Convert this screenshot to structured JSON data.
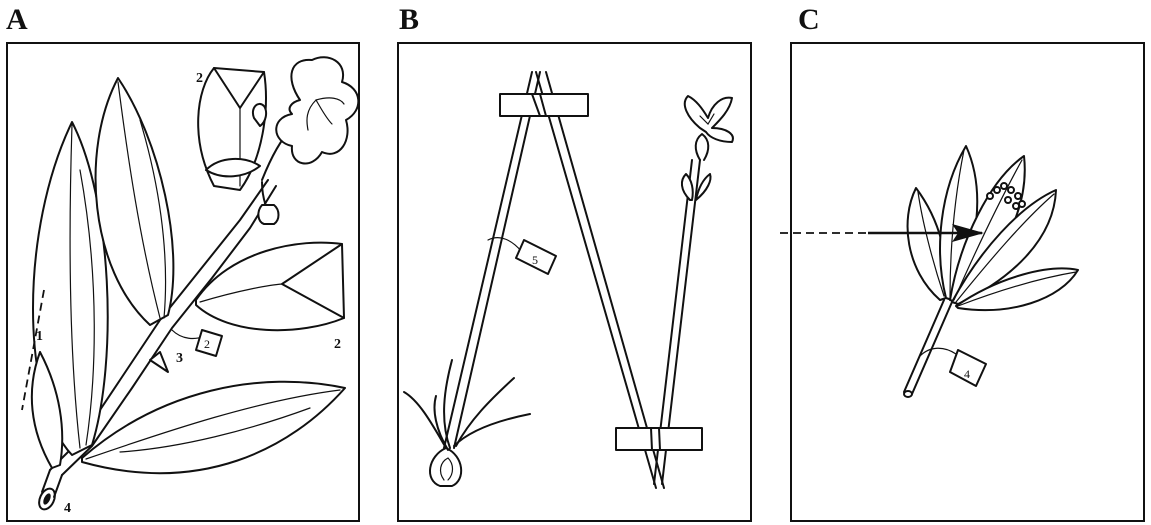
{
  "panels": [
    {
      "letter": "A",
      "labels": {
        "l1": "1",
        "l2a": "2",
        "l2b": "2",
        "l3": "3",
        "l4": "4"
      },
      "tag": "2"
    },
    {
      "letter": "B",
      "tag": "5"
    },
    {
      "letter": "C",
      "tag": "4"
    }
  ]
}
